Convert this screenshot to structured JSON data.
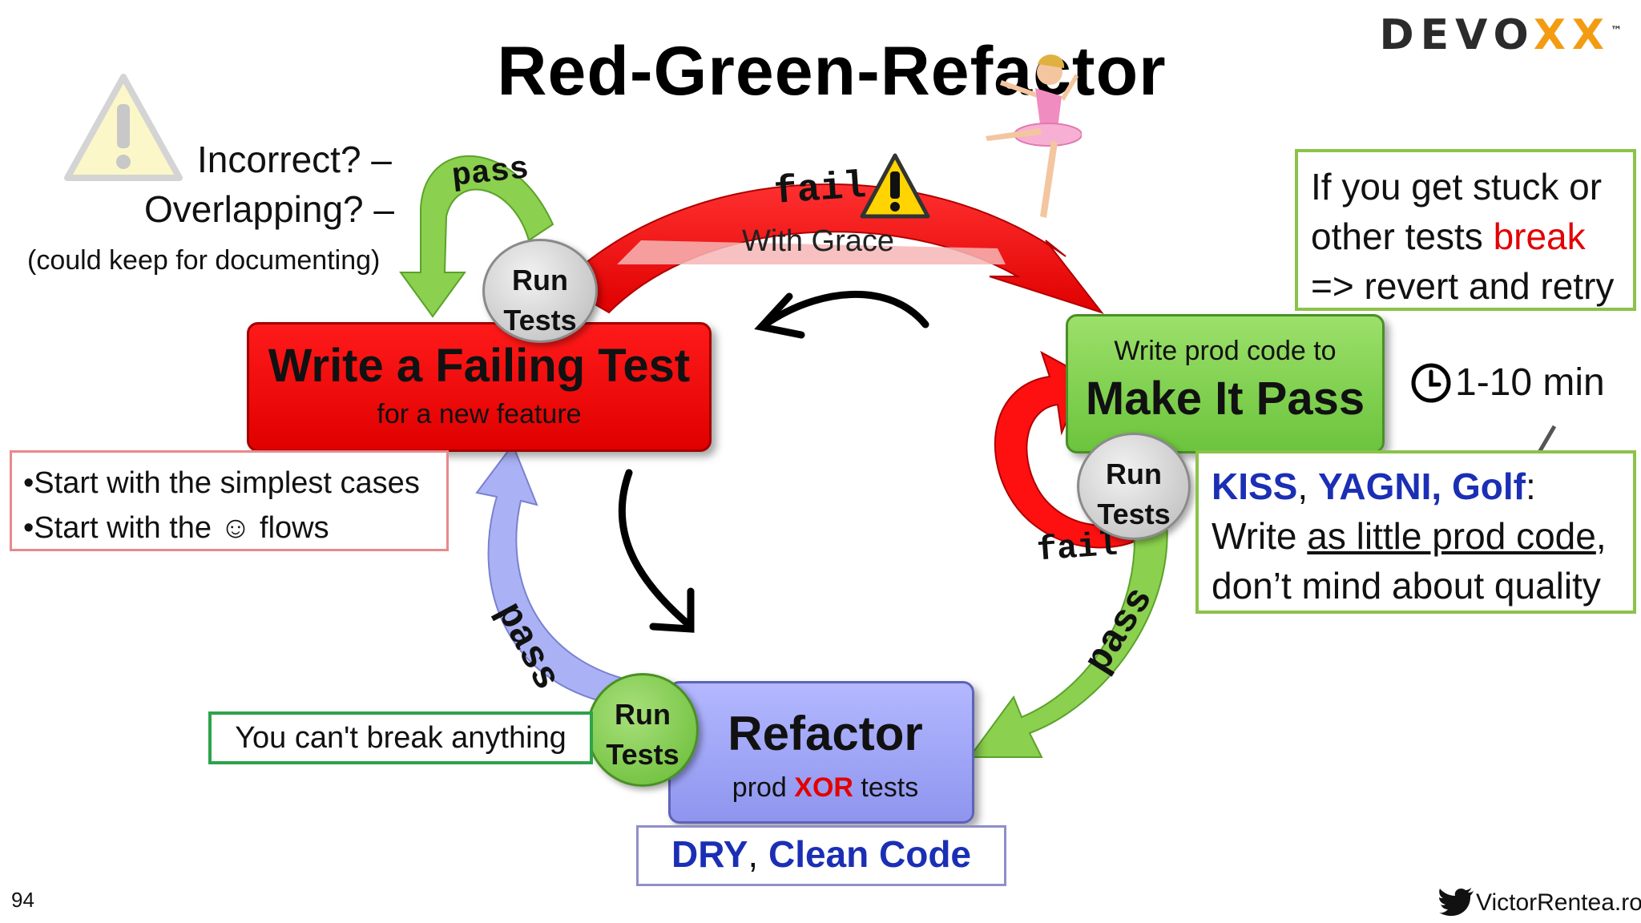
{
  "title": "Red-Green-Refactor",
  "brand": {
    "main": "DEVO",
    "x": "XX",
    "tm": "™"
  },
  "warning_note": {
    "line1": "Incorrect? –",
    "line2": "Overlapping? –",
    "line3": "(could keep for documenting)"
  },
  "arrows": {
    "pass_top": "pass",
    "fail_top": "fail",
    "with_grace": "With Grace",
    "fail_right": "fail",
    "pass_right": "pass",
    "pass_left": "pass"
  },
  "red_box": {
    "title": "Write a Failing Test",
    "subtitle": "for a new feature"
  },
  "green_box": {
    "subtitle": "Write prod code to",
    "title": "Make It Pass"
  },
  "blue_box": {
    "title": "Refactor",
    "sub_pre": "prod ",
    "sub_xor": "XOR",
    "sub_post": " tests"
  },
  "run_tests": {
    "line1": "Run",
    "line2": "Tests"
  },
  "stuck_note": {
    "line1": "If you get stuck or",
    "line2_pre": "other tests ",
    "line2_break": "break",
    "line3": "=> revert and retry"
  },
  "timer": {
    "text": "1-10 min"
  },
  "kiss_note": {
    "kiss": "KISS",
    "comma": ", ",
    "yagni_golf": "YAGNI, Golf",
    "colon": ":",
    "line2_pre": "Write ",
    "line2_under": "as little prod code",
    "line2_post": ",",
    "line3": "don’t mind about quality"
  },
  "start_note": {
    "line1": "•Start with the simplest cases",
    "line2_pre": "•Start with the ",
    "line2_smiley": "☺",
    "line2_post": " flows"
  },
  "cant_break_note": {
    "text": "You can't break anything"
  },
  "dry_note": {
    "dry": "DRY",
    "comma": ", ",
    "clean": "Clean Code"
  },
  "page_number": "94",
  "footer": {
    "handle": "VictorRentea.ro"
  },
  "colors": {
    "red": "#e30000",
    "green": "#7dd04a",
    "blue": "#9aa0f0",
    "keyword_blue": "#1b2fb5"
  },
  "icons": [
    "warning-icon",
    "clock-icon",
    "twitter-bird-icon",
    "golf-club-icon",
    "ballerina-figure"
  ]
}
